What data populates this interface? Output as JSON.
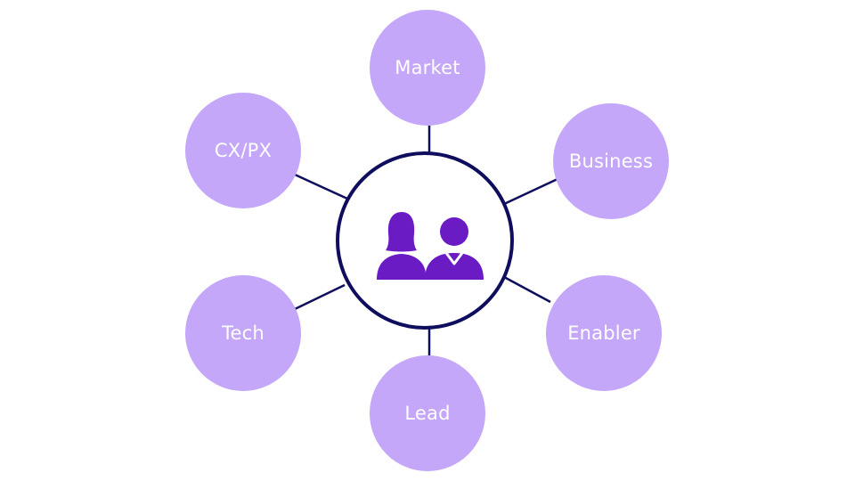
{
  "diagram": {
    "hub": {
      "icon": "people-icon"
    },
    "nodes": [
      {
        "id": "market",
        "label": "Market"
      },
      {
        "id": "business",
        "label": "Business"
      },
      {
        "id": "enabler",
        "label": "Enabler"
      },
      {
        "id": "lead",
        "label": "Lead"
      },
      {
        "id": "tech",
        "label": "Tech"
      },
      {
        "id": "cxpx",
        "label": "CX/PX"
      }
    ]
  },
  "colors": {
    "node_fill": "#c4a7f9",
    "node_text": "#ffffff",
    "hub_border": "#0f0e5e",
    "connector": "#0f0e5e",
    "icon_fill": "#6b1bc4"
  }
}
